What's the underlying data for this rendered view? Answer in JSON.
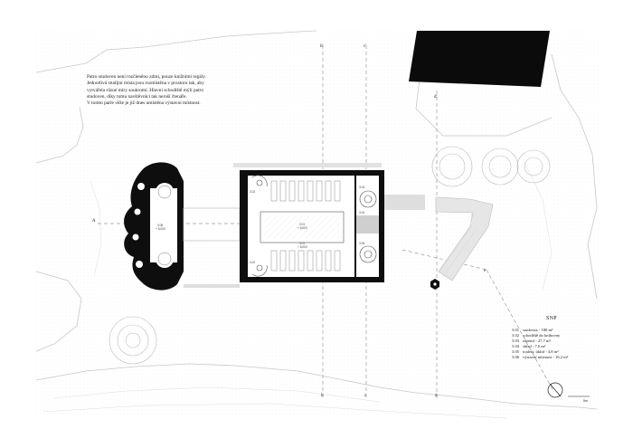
{
  "note": {
    "lines": [
      "Patro studoven není rozčleněno zdmi, pouze knižními regály.",
      "Jednotlivá studijní místa jsou rozmístěna v prostoru tak, aby",
      "vytvářela různé míry soukromí. Hlavní schodiště mýlí patro",
      "studoven, díky tomu navštěvníci tak neruší čtenáře.",
      "V tomto patře věže je již dnes umístěna výstavní místnost."
    ]
  },
  "legend": {
    "title": "SNP",
    "rows": [
      {
        "code": "3.01",
        "text": "studovna - 180 m²"
      },
      {
        "code": "3.02",
        "text": "schodiště do knihovny"
      },
      {
        "code": "3.03",
        "text": "zázemí - 27,7 m²"
      },
      {
        "code": "3.04",
        "text": "sklad - 7,6 m²"
      },
      {
        "code": "3.05",
        "text": "toaleta, úklid - 4,8 m²"
      },
      {
        "code": "3.06",
        "text": "výstavní místnost - 16,2 m²"
      }
    ]
  },
  "section_markers": {
    "top": [
      "b'",
      "c'",
      "d'"
    ],
    "bottom": [
      "b",
      "c",
      "d"
    ],
    "left": "A",
    "right": "e"
  },
  "room_labels": {
    "study_center": "3.01",
    "study_center_sub": "+ 8,000",
    "study_lower": "3.01",
    "study_lower_sub": "+ 8,000",
    "tower_room": "3.06",
    "tower_room_sub": "+ 8,000",
    "stair_tl": "3.02",
    "stair_tr": "3.03",
    "stair_bl": "3.02",
    "stair_br": "3.05",
    "core_mid": "3.04"
  },
  "scale_label": "5m",
  "colors": {
    "ink": "#111111",
    "hatch": "#cfcfcf",
    "line": "#bdbdbd",
    "axis": "#9a9a9a"
  }
}
